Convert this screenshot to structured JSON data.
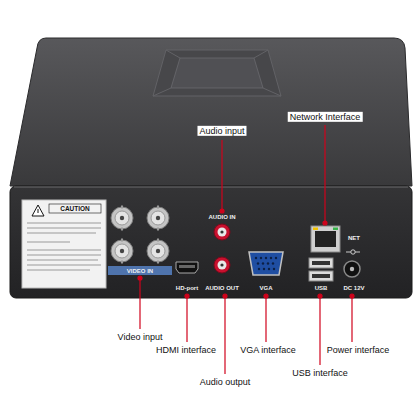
{
  "diagram": {
    "labels": [
      "Audio input",
      "Network Interface",
      "CAUTION",
      "AUDIO IN",
      "NET",
      "VIDEO IN",
      "HD-port",
      "AUDIO OUT",
      "VGA",
      "USB",
      "DC 12V",
      "Video input",
      "HDMI interface",
      "VGA interface",
      "Power interface",
      "USB interface",
      "Audio output"
    ]
  }
}
